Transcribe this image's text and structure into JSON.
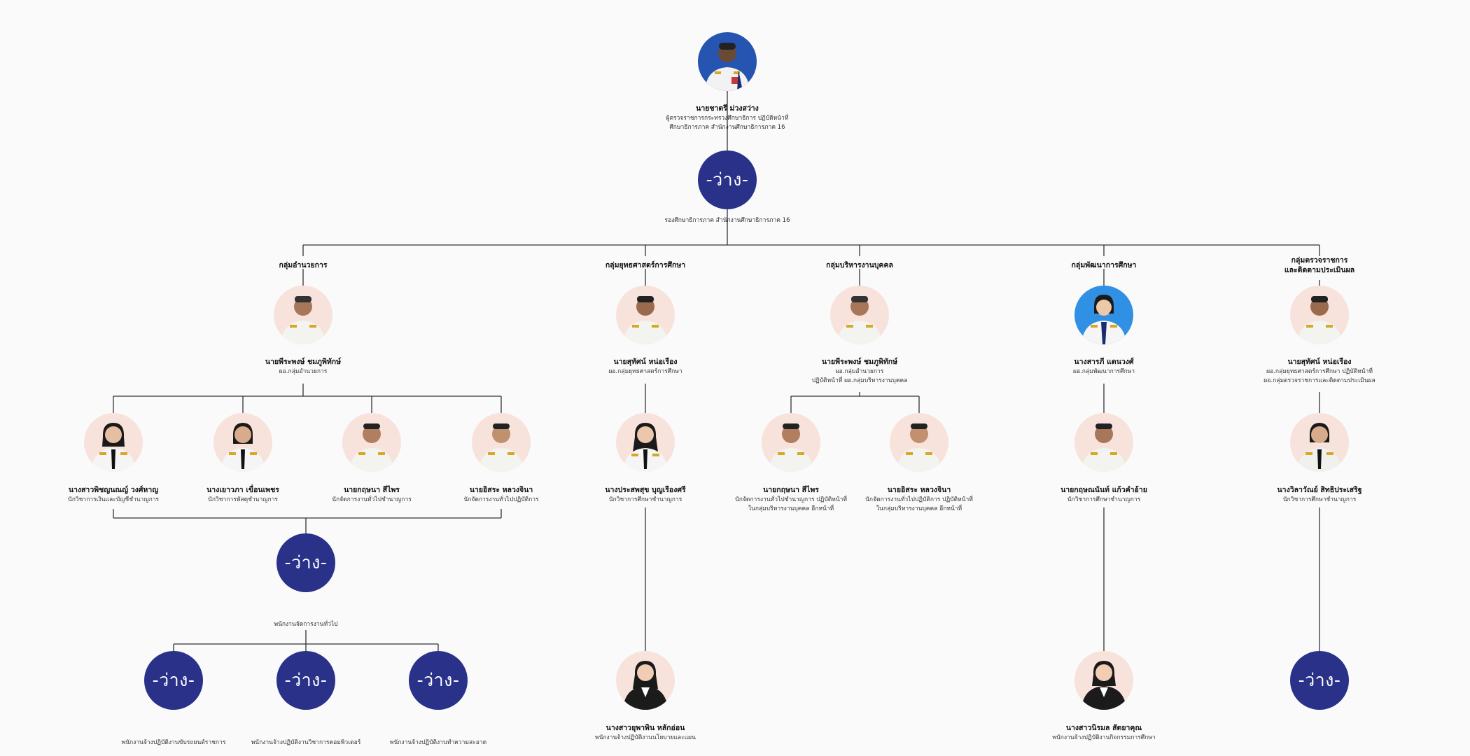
{
  "vacant_label": "-ว่าง-",
  "director": {
    "name": "นายชาตรี ม่วงสว่าง",
    "position_1": "ผู้ตรวจราชการกระทรวงศึกษาธิการ ปฏิบัติหน้าที่",
    "position_2": "ศึกษาธิการภาค สำนักงานศึกษาธิการภาค 16"
  },
  "deputy": {
    "position": "รองศึกษาธิการภาค สำนักงานศึกษาธิการภาค 16"
  },
  "groups": [
    {
      "title": "กลุ่มอำนวยการ",
      "head": {
        "name": "นายพีระพงษ์ ชมภูพิทักษ์",
        "position_1": "ผอ.กลุ่มอำนวยการ"
      },
      "staff": [
        {
          "name": "นางสาวพิชญนณญ์ วงศ์หาญ",
          "position_1": "นักวิชาการเงินและบัญชีชำนาญการ"
        },
        {
          "name": "นางเยาวภา เขื่อนเพชร",
          "position_1": "นักวิชาการพัสดุชำนาญการ"
        },
        {
          "name": "นายกฤษนา สีไพร",
          "position_1": "นักจัดการงานทั่วไปชำนาญการ"
        },
        {
          "name": "นายอิสระ หลวงจินา",
          "position_1": "นักจัดการงานทั่วไปปฏิบัติการ"
        }
      ],
      "general_staff_caption": "พนักงานจัดการงานทั่วไป",
      "contract_staff": [
        {
          "position": "พนักงานจ้างปฏิบัติงานขับรถยนต์ราชการ"
        },
        {
          "position": "พนักงานจ้างปฏิบัติงานวิชาการคอมพิวเตอร์"
        },
        {
          "position": "พนักงานจ้างปฏิบัติงานทำความสะอาด"
        }
      ]
    },
    {
      "title": "กลุ่มยุทธศาสตร์การศึกษา",
      "head": {
        "name": "นายสุทัศน์ หน่อเรือง",
        "position_1": "ผอ.กลุ่มยุทธศาสตร์การศึกษา"
      },
      "staff": [
        {
          "name": "นางประสพสุข บุญเรืองศรี",
          "position_1": "นักวิชาการศึกษาชำนาญการ"
        }
      ],
      "contract_staff": [
        {
          "name": "นางสาวยุพาพิน หลักอ่อน",
          "position": "พนักงานจ้างปฏิบัติงานนโยบายและแผน"
        }
      ]
    },
    {
      "title": "กลุ่มบริหารงานบุคคล",
      "head": {
        "name": "นายพีระพงษ์ ชมภูพิทักษ์",
        "position_1": "ผอ.กลุ่มอำนวยการ",
        "position_2": "ปฏิบัติหน้าที่ ผอ.กลุ่มบริหารงานบุคคล"
      },
      "staff": [
        {
          "name": "นายกฤษนา สีไพร",
          "position_1": "นักจัดการงานทั่วไปชำนาญการ ปฏิบัติหน้าที่",
          "position_2": "ในกลุ่มบริหารงานบุคคล อีกหน้าที่"
        },
        {
          "name": "นายอิสระ หลวงจินา",
          "position_1": "นักจัดการงานทั่วไปปฏิบัติการ ปฏิบัติหน้าที่",
          "position_2": "ในกลุ่มบริหารงานบุคคล อีกหน้าที่"
        }
      ]
    },
    {
      "title": "กลุ่มพัฒนาการศึกษา",
      "head": {
        "name": "นางสารภี แดนวงศ์",
        "position_1": "ผอ.กลุ่มพัฒนาการศึกษา"
      },
      "staff": [
        {
          "name": "นายกฤษณนันท์ แก้วคำอ้าย",
          "position_1": "นักวิชาการศึกษาชำนาญการ"
        }
      ],
      "contract_staff": [
        {
          "name": "นางสาวนิรมล สัตยาคุณ",
          "position": "พนักงานจ้างปฏิบัติงานกิจกรรมการศึกษา"
        }
      ]
    },
    {
      "title": "กลุ่มตรวจราชการ",
      "title_2": "และติดตามประเมินผล",
      "head": {
        "name": "นายสุทัศน์ หน่อเรือง",
        "position_1": "ผอ.กลุ่มยุทธศาสตร์การศึกษา ปฏิบัติหน้าที่",
        "position_2": "ผอ.กลุ่มตรวจราชการและติดตามประเมินผล"
      },
      "staff": [
        {
          "name": "นางวิลาวัณย์ สิทธิประเสริฐ",
          "position_1": "นักวิชาการศึกษาชำนาญการ"
        }
      ]
    }
  ],
  "colors": {
    "vacant_fill": "#293189",
    "photo_bg": "#f7e3dc",
    "line": "#333333"
  }
}
